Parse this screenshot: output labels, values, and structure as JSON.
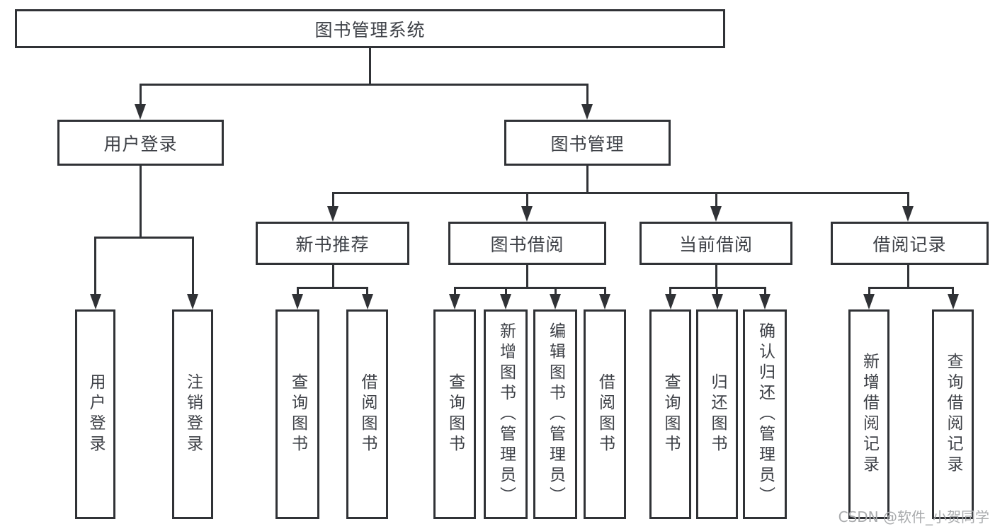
{
  "diagram": {
    "root": "图书管理系统",
    "level2": [
      "用户登录",
      "图书管理"
    ],
    "level3": [
      "新书推荐",
      "图书借阅",
      "当前借阅",
      "借阅记录"
    ],
    "leaves": [
      "用户登录",
      "注销登录",
      "查询图书",
      "借阅图书",
      "查询图书",
      "新增图书（管理员）",
      "编辑图书（管理员）",
      "借阅图书",
      "查询图书",
      "归还图书",
      "确认归还（管理员）",
      "新增借阅记录",
      "查询借阅记录"
    ]
  },
  "watermark": "CSDN @软件_小贺同学",
  "colors": {
    "line": "#303236",
    "text": "#3e4147",
    "watermark": "#a9abad",
    "background": "#ffffff"
  }
}
